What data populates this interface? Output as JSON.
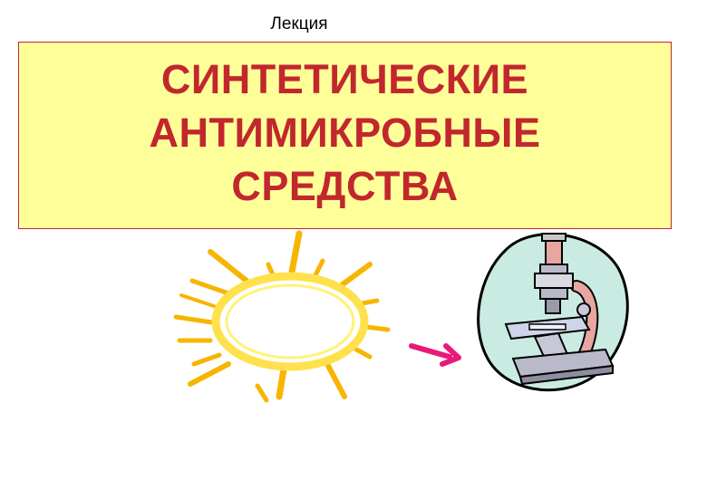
{
  "slide": {
    "subtitle": "Лекция",
    "title_lines": [
      "СИНТЕТИЧЕСКИЕ",
      "АНТИМИКРОБНЫЕ",
      "СРЕДСТВА"
    ]
  },
  "colors": {
    "title_text": "#c1272d",
    "title_box_fill": "#ffff99",
    "title_box_border": "#c1272d",
    "sun_rays": "#f7b500",
    "sun_ring": "#ffe14d",
    "arrow": "#e8197a",
    "microscope_blob": "#c9ebe2"
  },
  "icons": {
    "sun": "sun-icon",
    "arrow": "arrow-right-icon",
    "microscope": "microscope-icon"
  }
}
